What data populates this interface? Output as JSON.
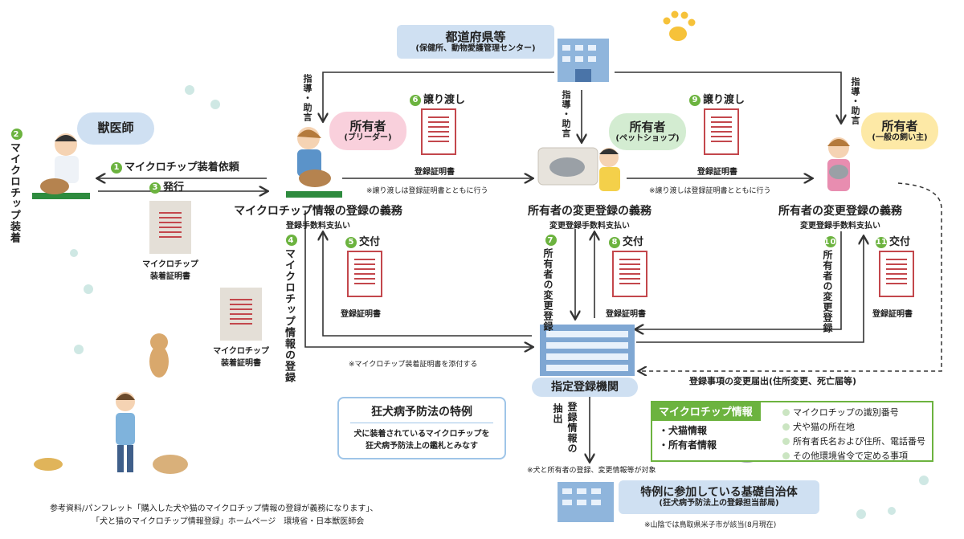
{
  "prefecture": {
    "title": "都道府県等",
    "sub": "(保健所、動物愛護管理センター)"
  },
  "vet": {
    "title": "獣医師"
  },
  "breeder": {
    "title": "所有者",
    "sub": "(ブリーダー)"
  },
  "petshop": {
    "title": "所有者",
    "sub": "(ペットショップ)"
  },
  "owner": {
    "title": "所有者",
    "sub": "(一般の飼い主)"
  },
  "guidance": "指導・助言",
  "steps": {
    "s1": {
      "num": "1",
      "label": "マイクロチップ装着依頼"
    },
    "s2": {
      "num": "2",
      "label": "マイクロチップ装着"
    },
    "s3": {
      "num": "3",
      "label": "発行"
    },
    "s4": {
      "num": "4",
      "label": "マイクロチップ情報の登録"
    },
    "s5": {
      "num": "5",
      "label": "交付"
    },
    "s6": {
      "num": "6",
      "label": "譲り渡し"
    },
    "s7": {
      "num": "7",
      "label": "所有者の変更登録"
    },
    "s8": {
      "num": "8",
      "label": "交付"
    },
    "s9": {
      "num": "9",
      "label": "譲り渡し"
    },
    "s10": {
      "num": "10",
      "label": "所有者の変更登録"
    },
    "s11": {
      "num": "11",
      "label": "交付"
    }
  },
  "duty1": {
    "title": "マイクロチップ情報の登録の義務",
    "sub": "登録手数料支払い"
  },
  "duty2": {
    "title": "所有者の変更登録の義務",
    "sub": "変更登録手数料支払い"
  },
  "duty3": {
    "title": "所有者の変更登録の義務",
    "sub": "変更登録手数料支払い"
  },
  "docs": {
    "reg": "登録証明書",
    "mc1": "マイクロチップ",
    "mc2": "装着証明書"
  },
  "notes": {
    "transfer": "※譲り渡しは登録証明書とともに行う",
    "attach": "※マイクロチップ装着証明書を添付する",
    "change": "登録事項の変更届出(住所変更、死亡届等)",
    "target": "※犬と所有者の登録、変更情報等が対象",
    "tottori": "※山陰では鳥取県米子市が該当(8月現在)"
  },
  "agency": "指定登録機関",
  "extract": {
    "a": "抽出",
    "b": "登録情報の"
  },
  "rabies": {
    "title": "狂犬病予防法の特例",
    "l1": "犬に装着されているマイクロチップを",
    "l2": "狂犬病予防法上の鑑札とみなす"
  },
  "mcinfo": {
    "title": "マイクロチップ情報",
    "left": [
      "・犬猫情報",
      "・所有者情報"
    ],
    "items": [
      "マイクロチップの識別番号",
      "犬や猫の所在地",
      "所有者氏名および住所、電話番号",
      "その他環境省令で定める事項"
    ]
  },
  "municipality": {
    "title": "特例に参加している基礎自治体",
    "sub": "(狂犬病予防法上の登録担当部局)"
  },
  "reference": {
    "l1": "参考資料/パンフレット「購入した犬や猫のマイクロチップ情報の登録が義務になります」、",
    "l2": "「犬と猫のマイクロチップ情報登録」ホームページ　環境省・日本獣医師会"
  },
  "colors": {
    "arrow": "#333333",
    "green": "#6cb33f",
    "docred": "#c3474c",
    "blue": "#cfe0f2"
  }
}
